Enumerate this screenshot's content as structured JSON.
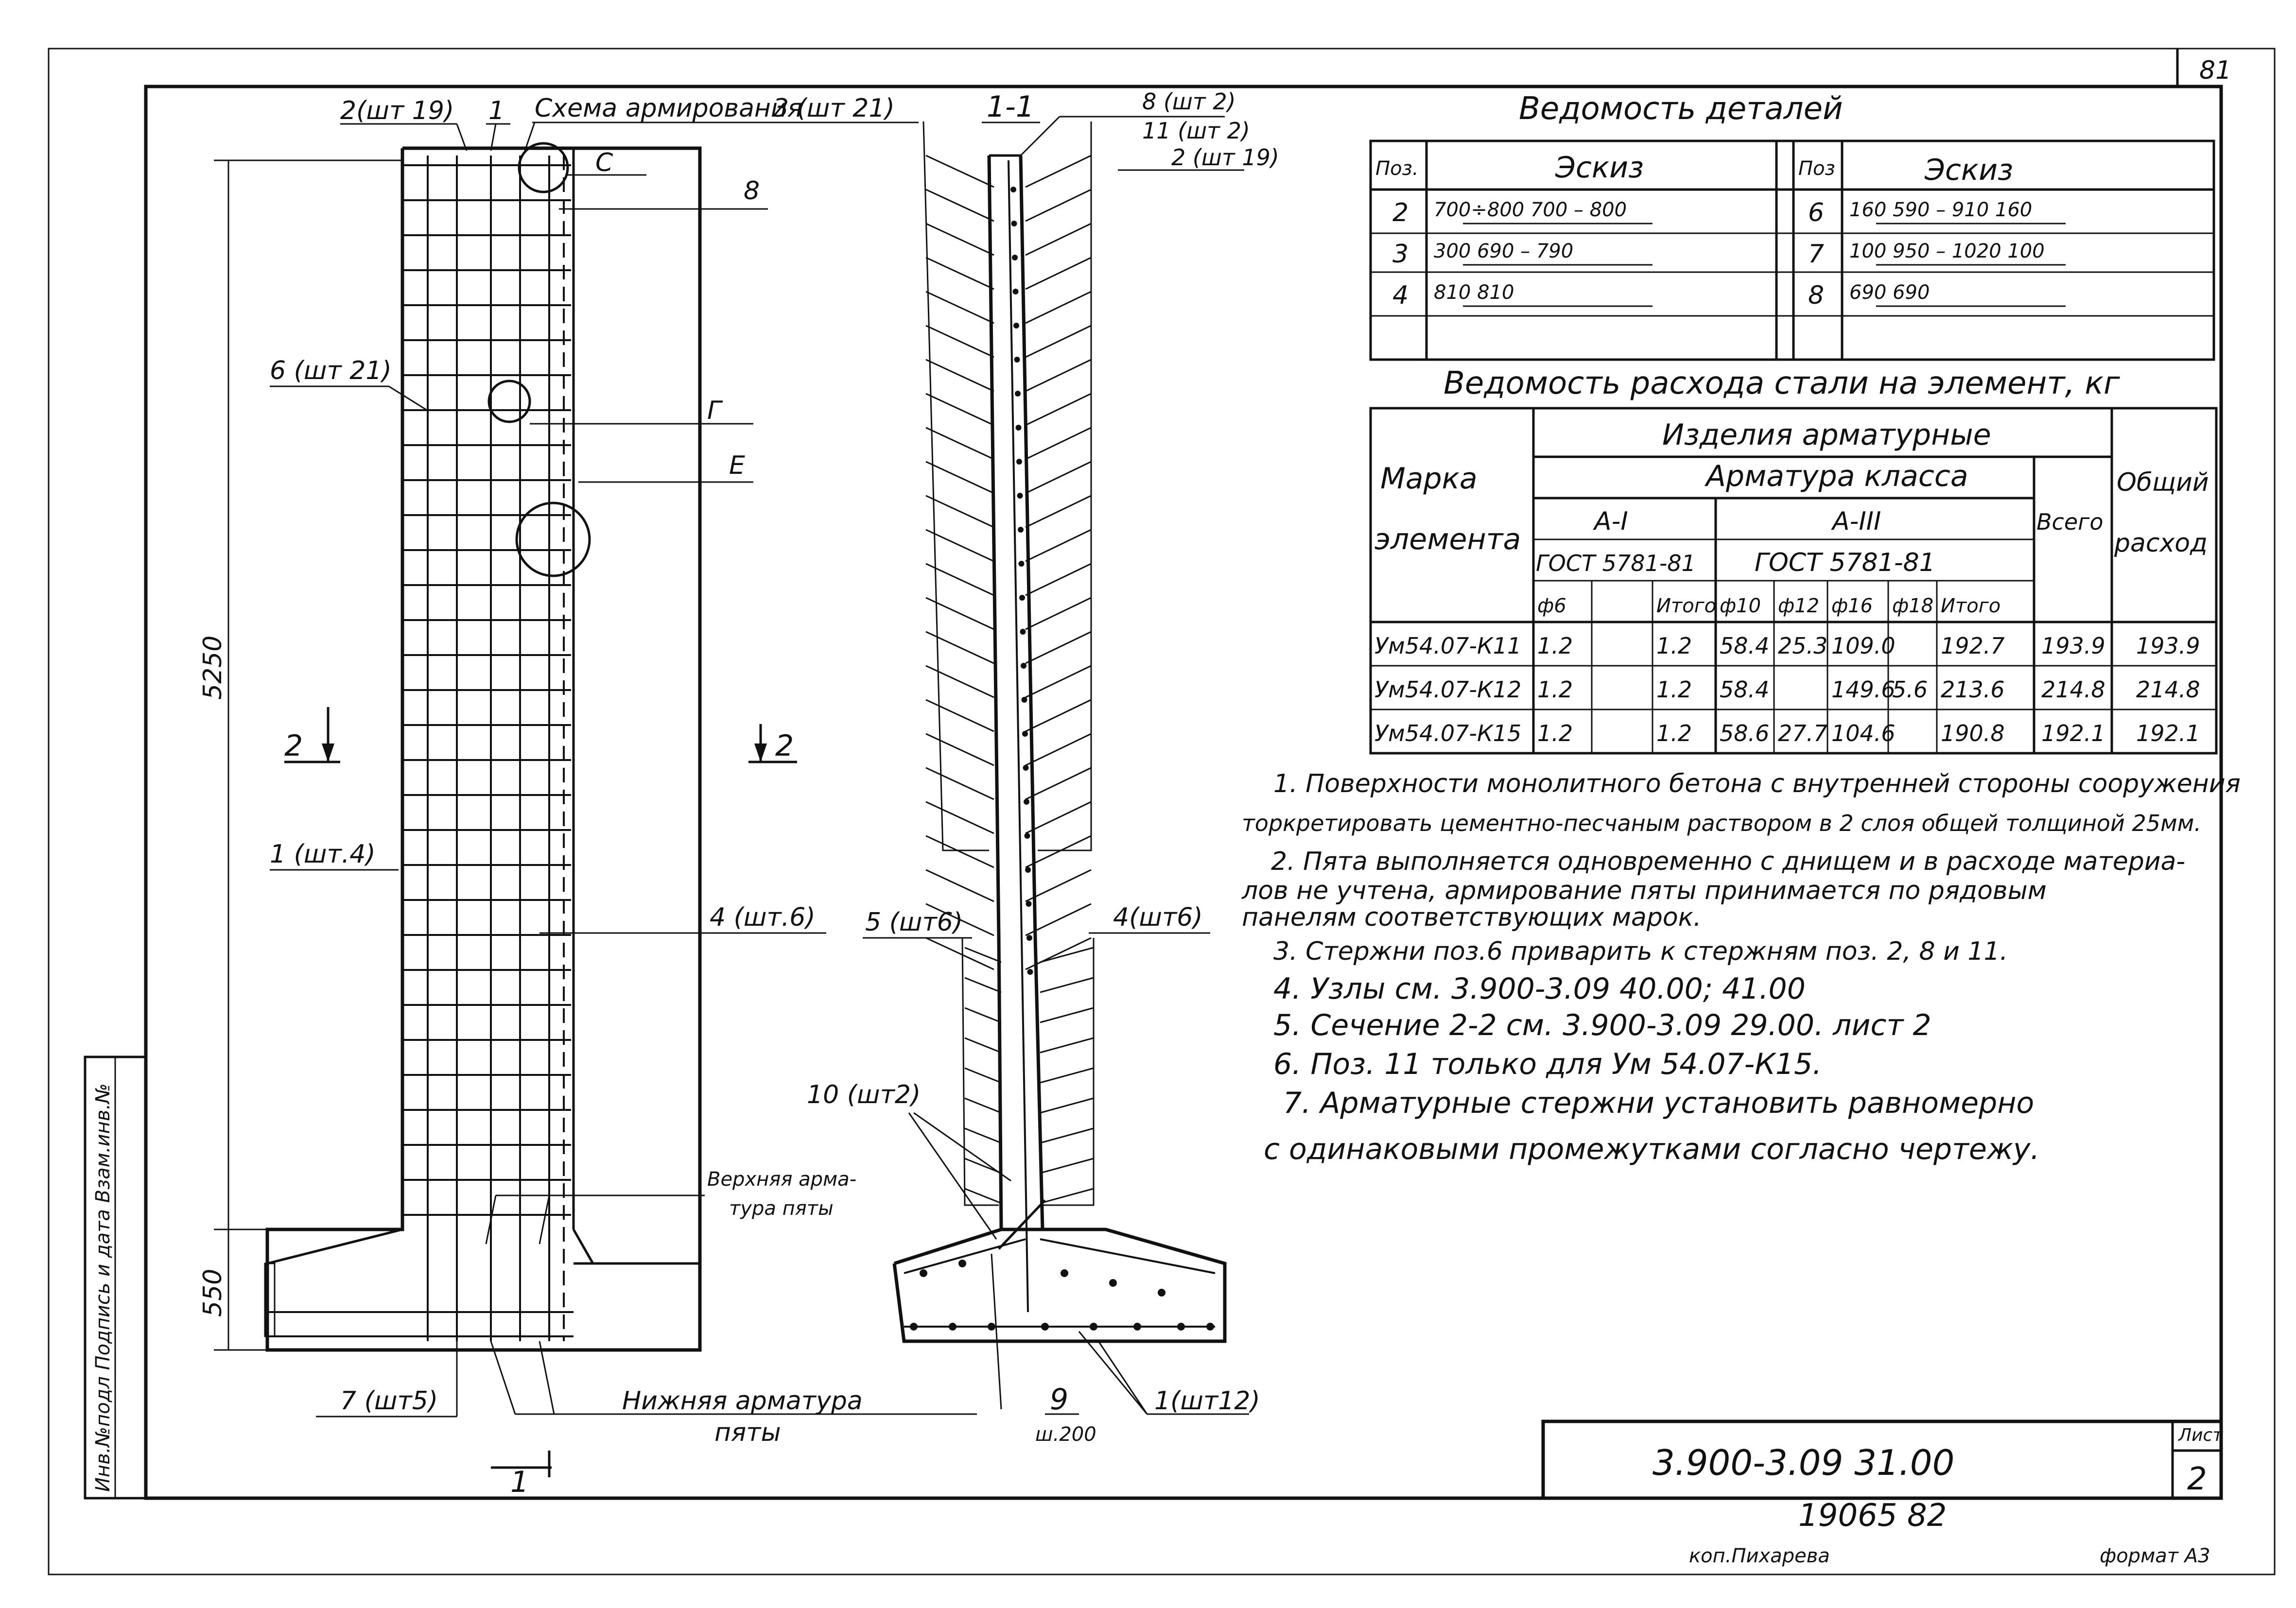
{
  "sheet": {
    "sheet_no_top": "81",
    "drawing_code": "3.900-3.09  31.00",
    "list_label": "Лист",
    "list_no": "2",
    "inventory": "19065  82",
    "copier": "коп.Пихарева",
    "format": "формат А3",
    "side_stamp": "Инв.№подл  Подпись и дата  Взам.инв.№"
  },
  "left_view": {
    "title": "Схема армирования",
    "labels": {
      "l_2_19": "2(шт 19)",
      "l_1": "1",
      "l_3_21": "3 (шт 21)",
      "l_C": "С",
      "l_8": "8",
      "l_6_21": "6 (шт 21)",
      "l_G": "Г",
      "l_E": "Е",
      "dim_5250": "5250",
      "dim_550": "550",
      "sec_2_left": "2",
      "sec_2_right": "2",
      "l_1_4": "1 (шт.4)",
      "l_4_6": "4 (шт.6)",
      "upper_reinf": "Верхняя арматура пяты",
      "l_7_5": "7 (шт5)",
      "lower_reinf": "Нижняя арматура",
      "lower_reinf2": "пяты",
      "sec_1": "1"
    }
  },
  "section_view": {
    "title": "1-1",
    "labels": {
      "l_8_2": "8 (шт 2)",
      "l_11_2": "11 (шт 2)",
      "l_2_19": "2 (шт 19)",
      "l_5_6": "5 (шт6)",
      "l_4_6": "4(шт6)",
      "l_10_2": "10 (шт2)",
      "l_9": "9",
      "l_9_step": "ш.200",
      "l_1_12": "1(шт12)"
    }
  },
  "details_table": {
    "title": "Ведомость деталей",
    "headers": [
      "Поз.",
      "Эскиз",
      "Поз",
      "Эскиз"
    ],
    "rows": [
      {
        "pos": "2",
        "sketch": "700÷800  700 – 800",
        "pos2": "6",
        "sketch2": "160  590 – 910  160"
      },
      {
        "pos": "3",
        "sketch": "300  690 – 790",
        "pos2": "7",
        "sketch2": "100  950 – 1020  100"
      },
      {
        "pos": "4",
        "sketch": "810  810",
        "pos2": "8",
        "sketch2": "690  690"
      },
      {
        "pos": "",
        "sketch": "",
        "pos2": "",
        "sketch2": ""
      }
    ]
  },
  "steel_table": {
    "title": "Ведомость расхода стали на элемент, кг",
    "h_mark": "Марка элемента",
    "h_products": "Изделия арматурные",
    "h_class": "Арматура класса",
    "h_a1": "А-I",
    "h_a3": "А-III",
    "h_gost1": "ГОСТ 5781-81",
    "h_gost3": "ГОСТ 5781-81",
    "h_total": "Всего",
    "h_overall": "Общий расход",
    "sub_cols": [
      "ф6",
      "",
      "Итого",
      "ф10",
      "ф12",
      "ф16",
      "ф18",
      "Итого"
    ],
    "rows": [
      {
        "mark": "Ум54.07-К11",
        "c": [
          "1.2",
          "",
          "1.2",
          "58.4",
          "25.3",
          "109.0",
          "",
          "192.7"
        ],
        "total": "193.9",
        "overall": "193.9"
      },
      {
        "mark": "Ум54.07-К12",
        "c": [
          "1.2",
          "",
          "1.2",
          "58.4",
          "",
          "149.6",
          "5.6",
          "213.6"
        ],
        "total": "214.8",
        "overall": "214.8"
      },
      {
        "mark": "Ум54.07-К15",
        "c": [
          "1.2",
          "",
          "1.2",
          "58.6",
          "27.7",
          "104.6",
          "",
          "190.8"
        ],
        "total": "192.1",
        "overall": "192.1"
      }
    ]
  },
  "notes": [
    "1. Поверхности монолитного бетона с внутренней стороны сооружения",
    "торкретировать цементно-песчаным раствором в 2 слоя общей толщиной 25мм.",
    "2. Пята выполняется одновременно с днищем и в расходе материа-",
    "лов не учтена, армирование пяты принимается по рядовым",
    "панелям соответствующих марок.",
    "3. Стержни поз.6 приварить к стержням поз. 2, 8 и 11.",
    "4. Узлы см.          3.900-3.09  40.00; 41.00",
    "5. Сечение 2-2 см.    3.900-3.09  29.00.  лист 2",
    "6. Поз. 11 только    для   Ум 54.07-К15.",
    "7. Арматурные стержни установить равномерно",
    "с одинаковыми  промежутками согласно чертежу."
  ]
}
